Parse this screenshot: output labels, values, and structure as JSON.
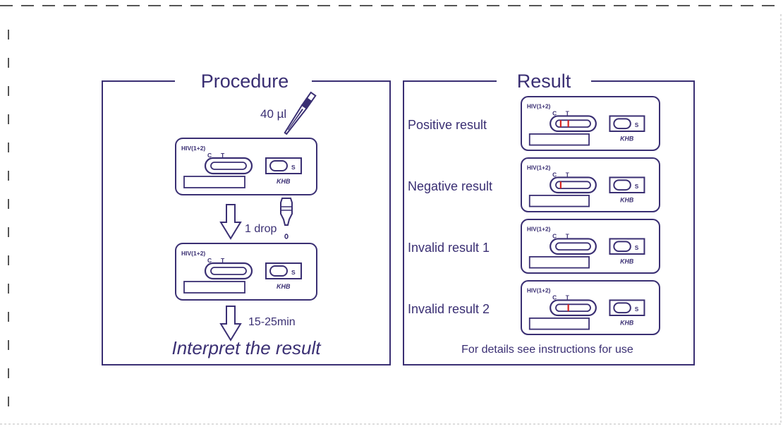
{
  "procedure": {
    "title": "Procedure",
    "volume": "40 µl",
    "drop": "1 drop",
    "time": "15-25min",
    "interpret": "Interpret the result"
  },
  "result": {
    "title": "Result",
    "rows": [
      {
        "label": "Positive result",
        "control_line": true,
        "test_line": true
      },
      {
        "label": "Negative result",
        "control_line": true,
        "test_line": false
      },
      {
        "label": "Invalid result 1",
        "control_line": false,
        "test_line": false
      },
      {
        "label": "Invalid result 2",
        "control_line": false,
        "test_line": true
      }
    ],
    "footer": "For details see instructions for use"
  },
  "cassette": {
    "name": "HIV(1+2)",
    "c_label": "C",
    "t_label": "T",
    "s_label": "S",
    "brand": "KHB"
  },
  "colors": {
    "ink": "#3a2f73",
    "result_line": "#d8251f",
    "cut_border": "#555555"
  }
}
